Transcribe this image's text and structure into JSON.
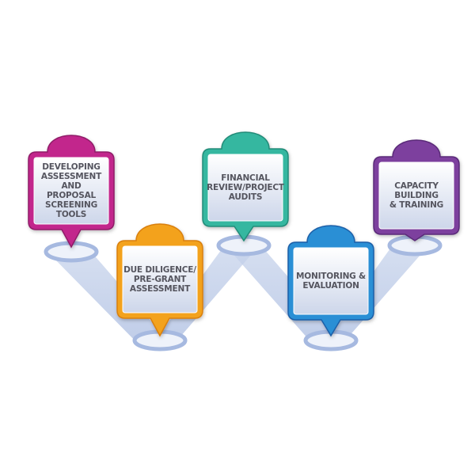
{
  "pins": [
    {
      "id": "pin-developing-assessment",
      "label": "DEVELOPING\nASSESSMENT AND\nPROPOSAL\nSCREENING TOOLS",
      "color": "#c2288c",
      "colorDark": "#8f1a67"
    },
    {
      "id": "pin-due-diligence",
      "label": "DUE DILIGENCE/\nPRE-GRANT\nASSESSMENT",
      "color": "#f3a21c",
      "colorDark": "#d97f0c"
    },
    {
      "id": "pin-financial-review",
      "label": "FINANCIAL\nREVIEW/PROJECT\nAUDITS",
      "color": "#35b7a0",
      "colorDark": "#238b78"
    },
    {
      "id": "pin-monitoring-evaluation",
      "label": "MONITORING &\nEVALUATION",
      "color": "#2c8fd5",
      "colorDark": "#1b5fa8"
    },
    {
      "id": "pin-capacity-building",
      "label": "CAPACITY\nBUILDING\n& TRAINING",
      "color": "#7d3f9e",
      "colorDark": "#5a2a78"
    }
  ],
  "colors": {
    "path": "#bccae6",
    "ring": "#a6b9e0",
    "cardTop": "#ffffff",
    "cardBottom": "#cdd6ea"
  }
}
